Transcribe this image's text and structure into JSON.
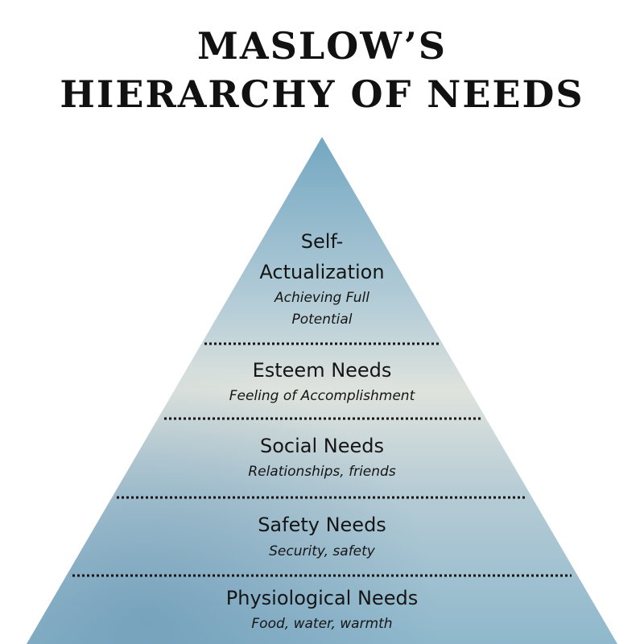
{
  "title": {
    "line1": "MASLOW’S",
    "line2": "HIERARCHY OF NEEDS"
  },
  "tiers": [
    {
      "name_line1": "Self-",
      "name_line2": "Actualization",
      "desc_line1": "Achieving Full",
      "desc_line2": "Potential"
    },
    {
      "name": "Esteem Needs",
      "desc": "Feeling of Accomplishment"
    },
    {
      "name": "Social Needs",
      "desc": "Relationships, friends"
    },
    {
      "name": "Safety Needs",
      "desc": "Security, safety"
    },
    {
      "name": "Physiological Needs",
      "desc": "Food, water, warmth"
    }
  ],
  "colors": {
    "pyramid_top": "#74a7c2",
    "pyramid_mid": "#dfe3dd",
    "pyramid_bottom": "#8fb8cc",
    "divider": "#111111"
  }
}
